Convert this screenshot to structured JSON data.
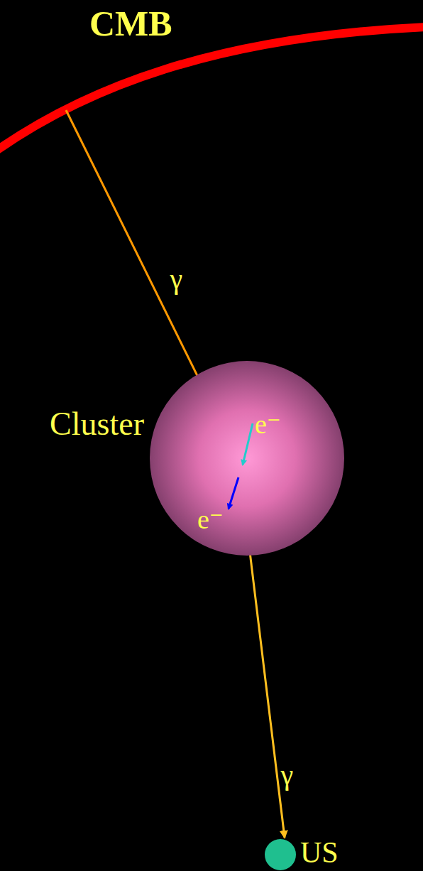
{
  "diagram": {
    "nodes": [
      {
        "text": [
          "CMB"
        ]
      },
      {
        "text": [
          "Cluster"
        ]
      },
      {
        "text": [
          "US"
        ]
      }
    ],
    "edges": [
      {
        "from": 0,
        "to": 1,
        "arrow": "to",
        "label": "γ"
      },
      {
        "from": 1,
        "to": 2,
        "arrow": "to",
        "label": "γ"
      }
    ],
    "labels": [
      "e⁻",
      "e⁻"
    ]
  }
}
